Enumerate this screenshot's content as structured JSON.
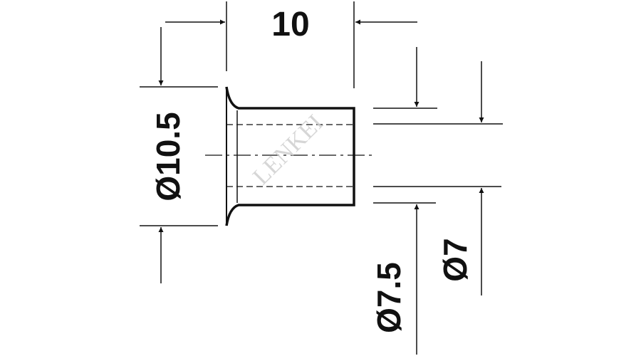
{
  "dimensions": {
    "length": "10",
    "flange_diameter": "Ø10.5",
    "bore_diameter_outer": "Ø7.5",
    "bore_diameter_inner": "Ø7"
  },
  "watermark": "LENKEI",
  "colors": {
    "line": "#111111",
    "background": "#ffffff",
    "watermark": "#d0d0d0"
  }
}
